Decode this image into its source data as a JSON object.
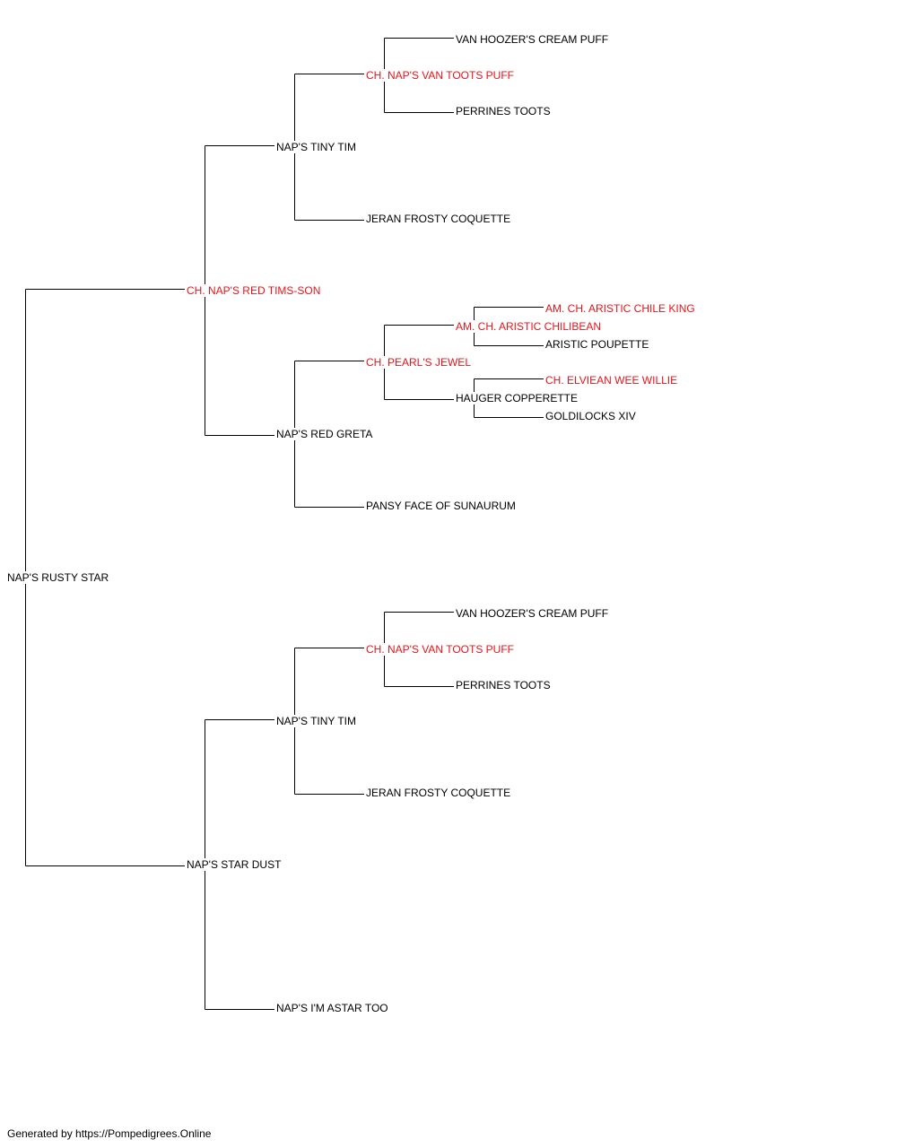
{
  "colors": {
    "champion": "#e8141a",
    "normal": "#000000",
    "line": "#000000"
  },
  "pedigree": {
    "root": {
      "name": "NAP'S RUSTY STAR"
    },
    "gen1": [
      {
        "name": "CH. NAP'S RED TIMS-SON",
        "champion": true
      },
      {
        "name": "NAP'S STAR DUST",
        "champion": false
      }
    ],
    "gen2": [
      {
        "name": "NAP'S TINY TIM",
        "champion": false
      },
      {
        "name": "NAP'S RED GRETA",
        "champion": false
      },
      {
        "name": "NAP'S TINY TIM",
        "champion": false
      },
      {
        "name": "NAP'S I'M ASTAR TOO",
        "champion": false
      }
    ],
    "gen3": [
      {
        "name": "CH. NAP'S VAN TOOTS PUFF",
        "champion": true
      },
      {
        "name": "JERAN FROSTY COQUETTE",
        "champion": false
      },
      {
        "name": "CH. PEARL'S JEWEL",
        "champion": true
      },
      {
        "name": "PANSY FACE OF SUNAURUM",
        "champion": false
      },
      {
        "name": "CH. NAP'S VAN TOOTS PUFF",
        "champion": true
      },
      {
        "name": "JERAN FROSTY COQUETTE",
        "champion": false
      }
    ],
    "gen4": [
      {
        "name": "VAN HOOZER'S CREAM PUFF",
        "champion": false
      },
      {
        "name": "PERRINES TOOTS",
        "champion": false
      },
      {
        "name": "AM. CH. ARISTIC CHILIBEAN",
        "champion": true
      },
      {
        "name": "HAUGER COPPERETTE",
        "champion": false
      },
      {
        "name": "VAN HOOZER'S CREAM PUFF",
        "champion": false
      },
      {
        "name": "PERRINES TOOTS",
        "champion": false
      }
    ],
    "gen5": [
      {
        "name": "AM. CH. ARISTIC CHILE KING",
        "champion": true
      },
      {
        "name": "ARISTIC POUPETTE",
        "champion": false
      },
      {
        "name": "CH. ELVIEAN WEE WILLIE",
        "champion": true
      },
      {
        "name": "GOLDILOCKS XIV",
        "champion": false
      }
    ]
  },
  "footer": "Generated by https://Pompedigrees.Online"
}
